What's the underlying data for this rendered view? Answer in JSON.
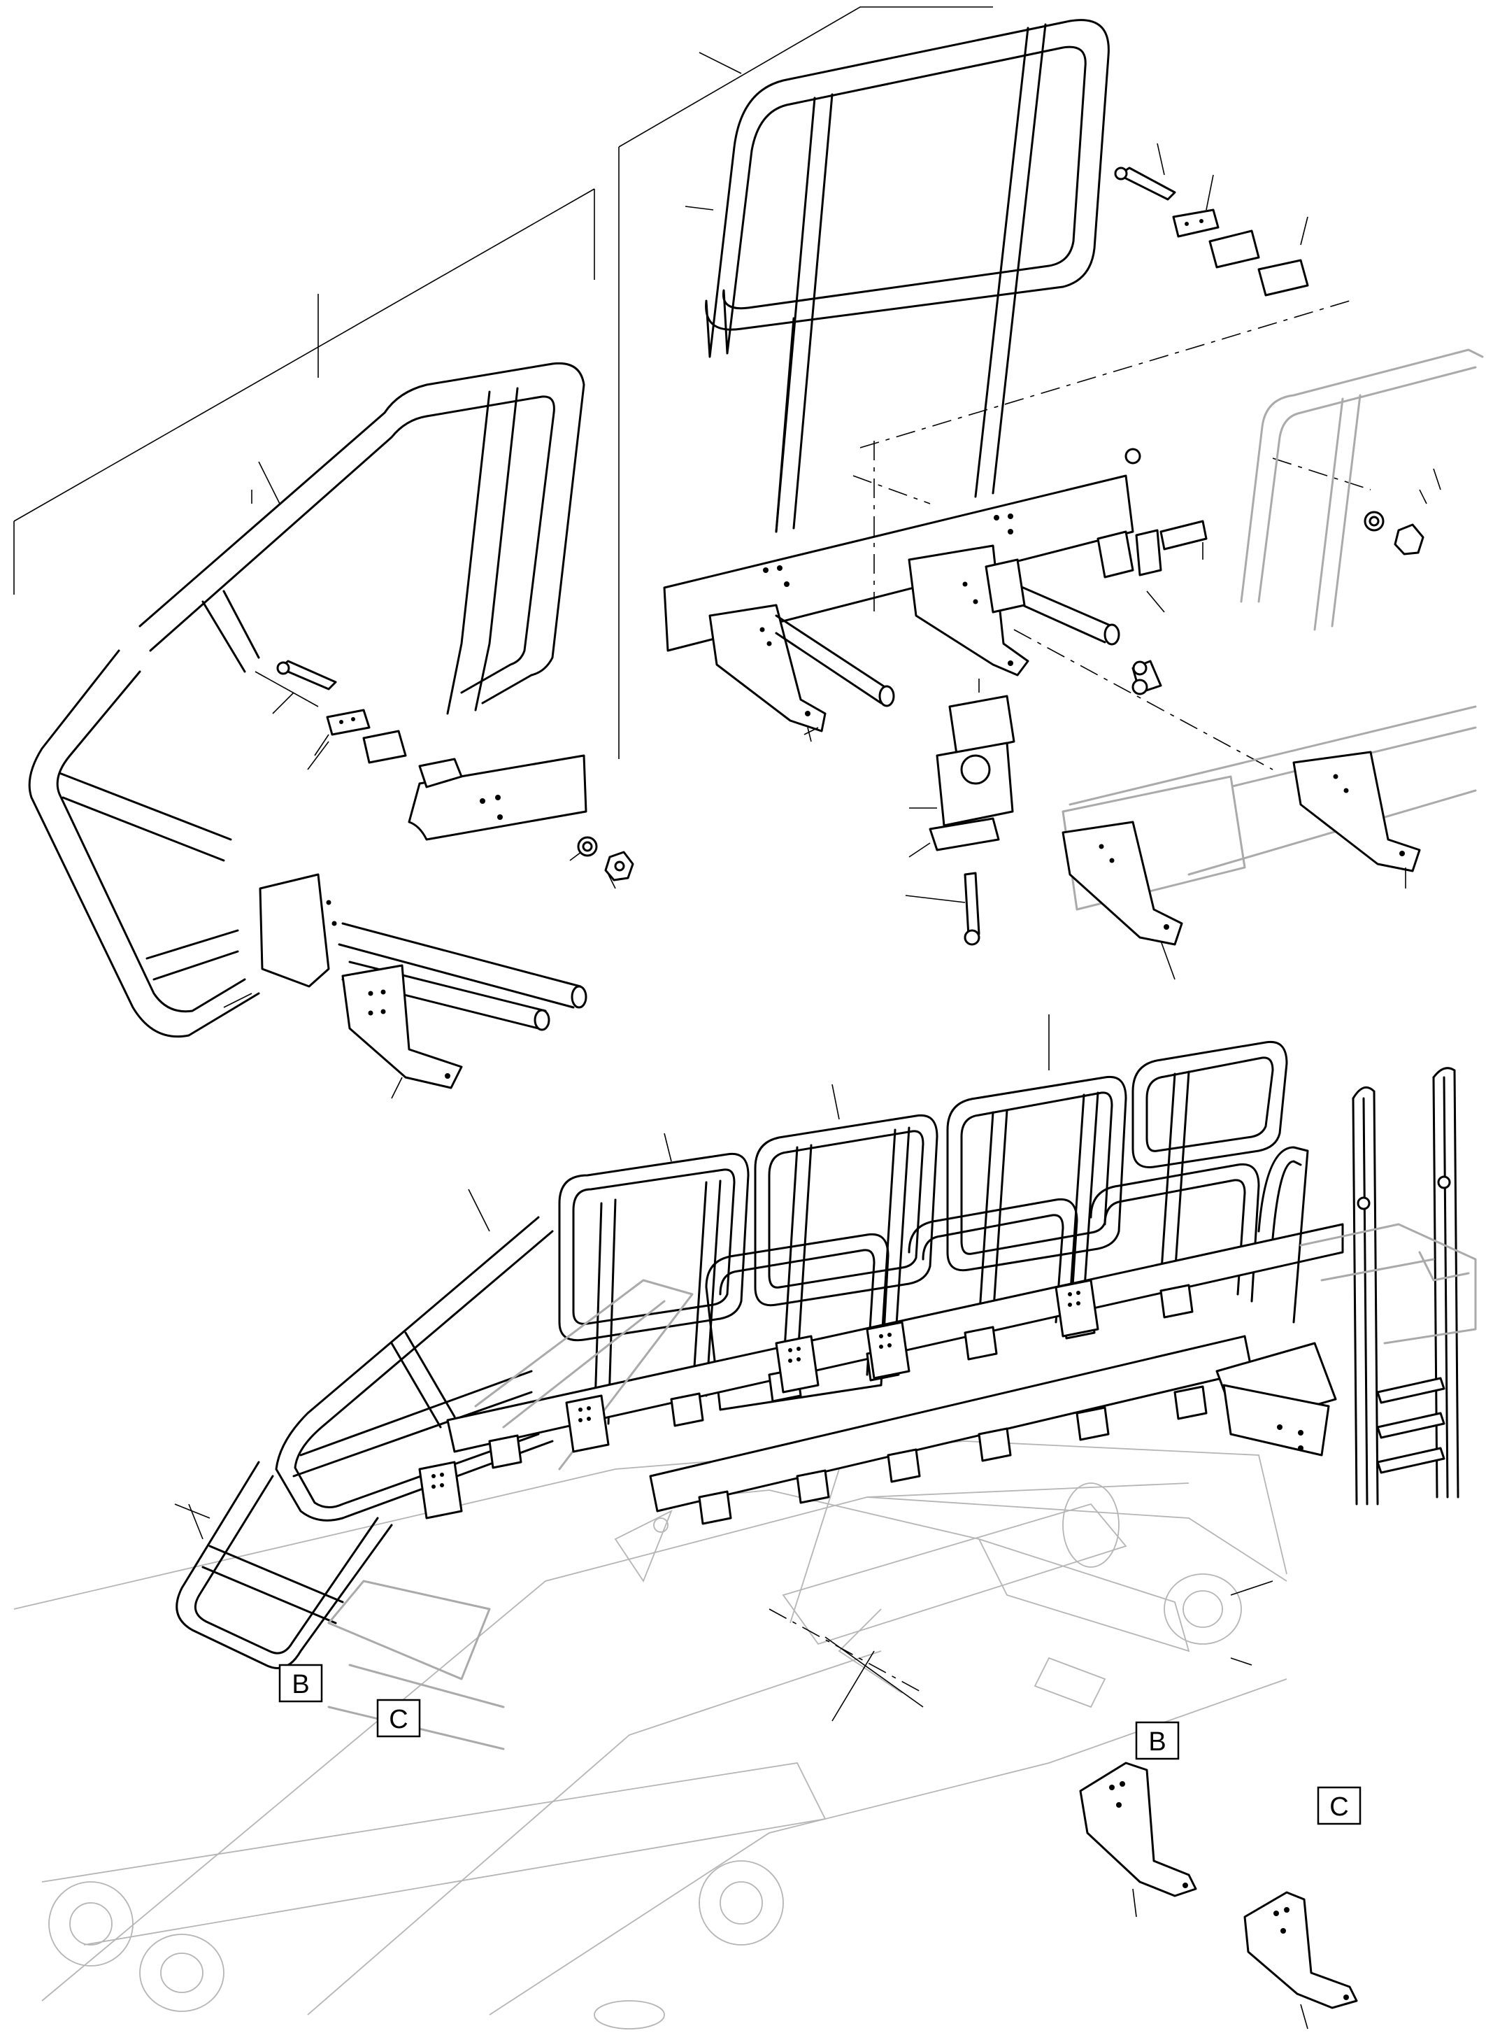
{
  "diagram": {
    "kind": "exploded parts illustration",
    "callouts": [
      {
        "id": "callout-b-main",
        "label": "B"
      },
      {
        "id": "callout-c-main",
        "label": "C"
      },
      {
        "id": "callout-b-detail",
        "label": "B"
      },
      {
        "id": "callout-c-detail",
        "label": "C"
      }
    ]
  }
}
